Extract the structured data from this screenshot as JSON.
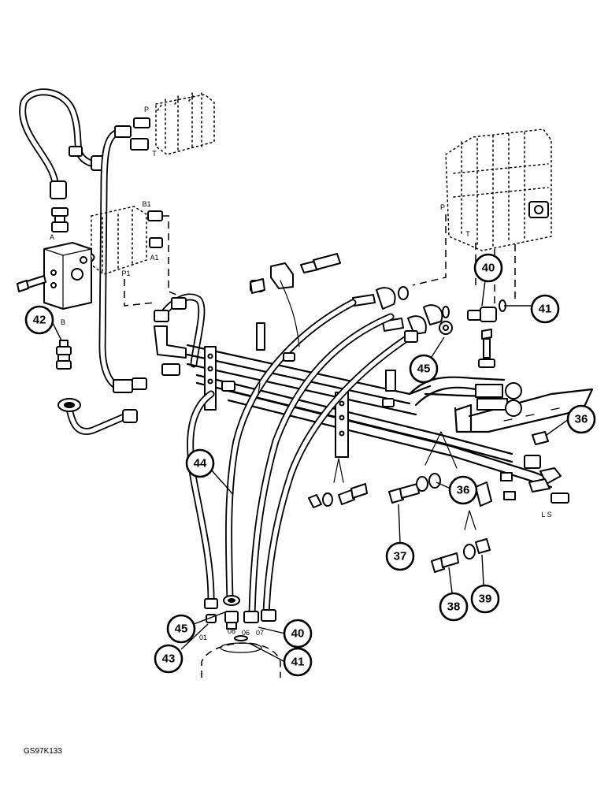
{
  "drawing_reference": "GS97K133",
  "callouts": [
    {
      "id": "c42",
      "label": "42"
    },
    {
      "id": "c40a",
      "label": "40"
    },
    {
      "id": "c41a",
      "label": "41"
    },
    {
      "id": "c45a",
      "label": "45"
    },
    {
      "id": "c36a",
      "label": "36"
    },
    {
      "id": "c44",
      "label": "44"
    },
    {
      "id": "c36b",
      "label": "36"
    },
    {
      "id": "c37",
      "label": "37"
    },
    {
      "id": "c38",
      "label": "38"
    },
    {
      "id": "c39",
      "label": "39"
    },
    {
      "id": "c45b",
      "label": "45"
    },
    {
      "id": "c40b",
      "label": "40"
    },
    {
      "id": "c43",
      "label": "43"
    },
    {
      "id": "c41b",
      "label": "41"
    }
  ],
  "port_labels": {
    "p_top": "P",
    "t_top": "T",
    "b1": "B1",
    "a1": "A1",
    "p1": "P1",
    "a_block": "A",
    "b_block": "B",
    "p_right": "P",
    "t_right": "T",
    "ls": "L S",
    "o1": "01",
    "o8": "08",
    "o6": "06",
    "o7": "07"
  }
}
